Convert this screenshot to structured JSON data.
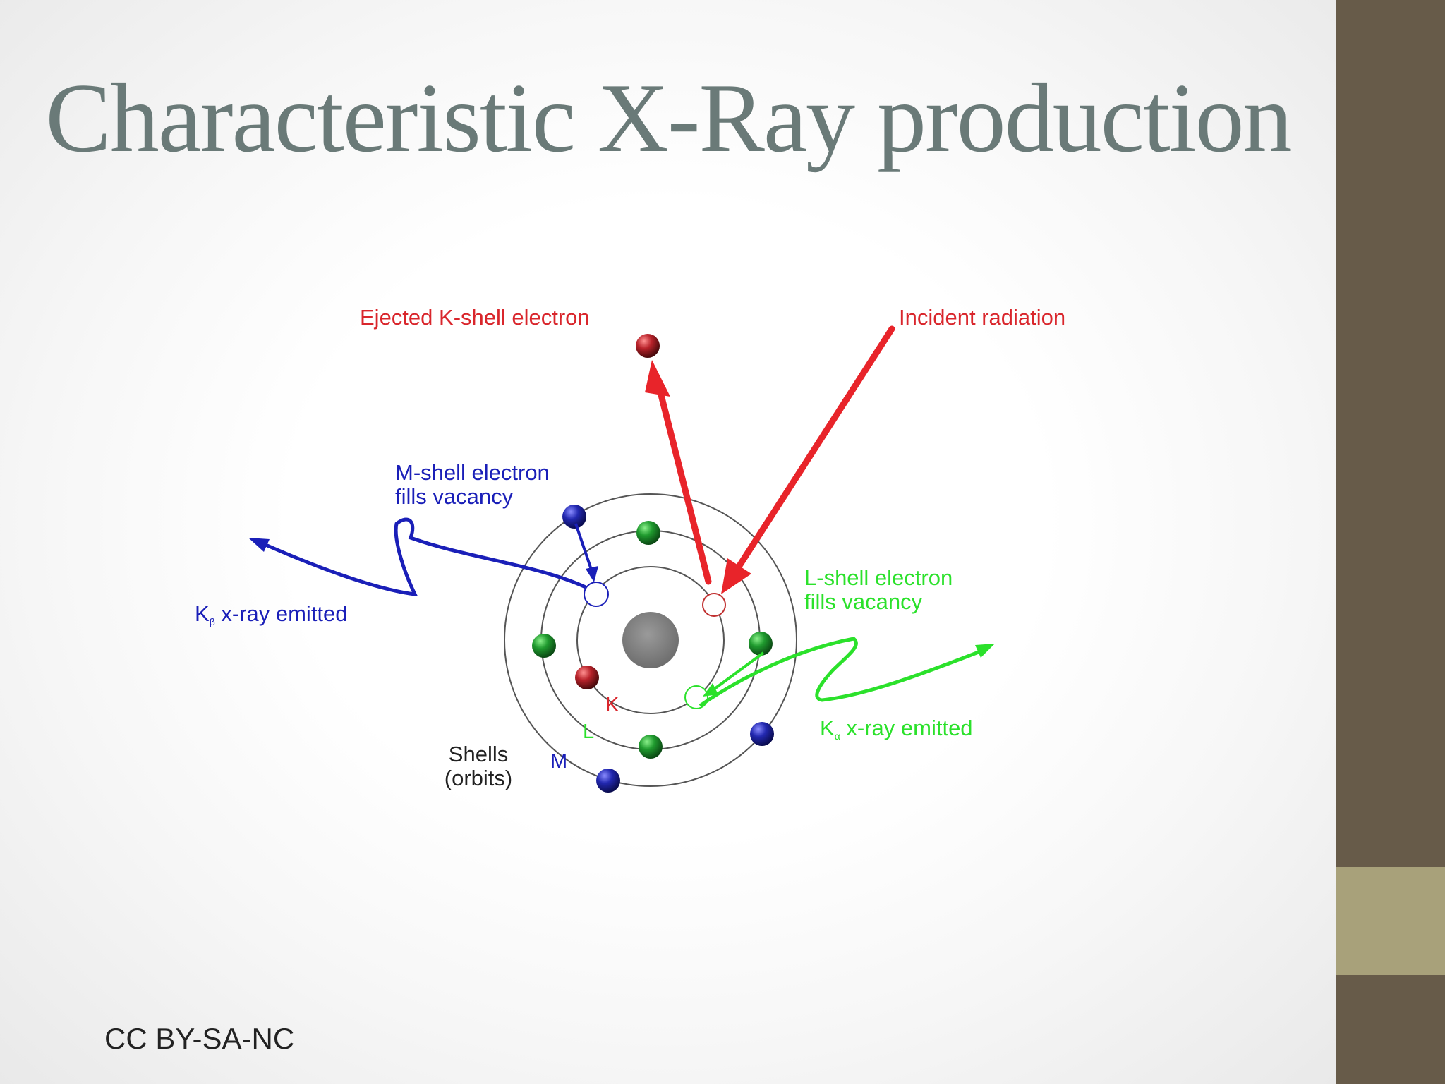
{
  "slide": {
    "title": "Characteristic X-Ray production",
    "footer": "CC BY-SA-NC"
  },
  "diagram": {
    "labels": {
      "ejected": "Ejected K-shell electron",
      "incident": "Incident radiation",
      "m_fill_1": "M-shell electron",
      "m_fill_2": "fills vacancy",
      "l_fill_1": "L-shell electron",
      "l_fill_2": "fills vacancy",
      "kbeta_k": "K",
      "kbeta_sub": "β",
      "kbeta_rest": " x-ray emitted",
      "kalpha_k": "K",
      "kalpha_sub": "α",
      "kalpha_rest": " x-ray emitted",
      "shells_1": "Shells",
      "shells_2": "(orbits)",
      "shell_k": "K",
      "shell_l": "L",
      "shell_m": "M"
    }
  },
  "colors": {
    "title": "#6a7a78",
    "sidebar": "#675b49",
    "sidebar_accent": "#a8a17a",
    "red": "#e8242a",
    "blue": "#1a1fb8",
    "green": "#2be12b",
    "nucleus": "#7a7a7a"
  }
}
